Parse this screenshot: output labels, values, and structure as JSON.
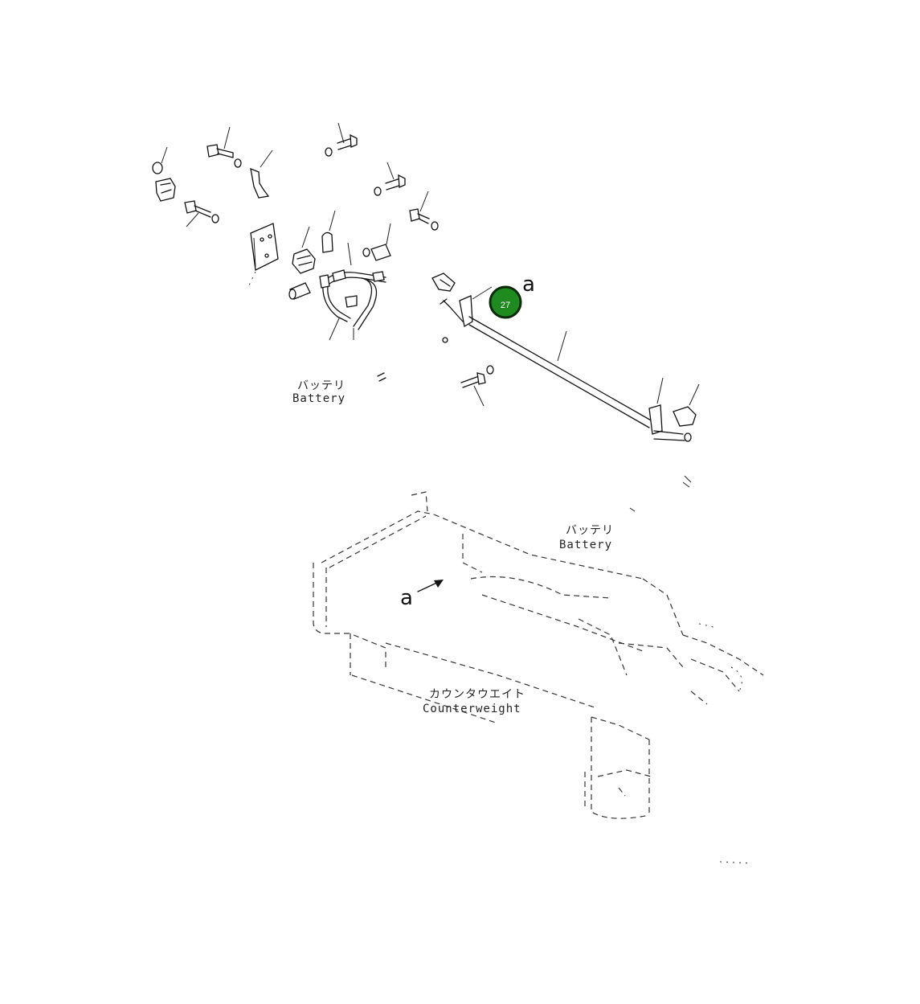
{
  "labels": {
    "battery_jp_top": "バッテリ",
    "battery_en_top": "Battery",
    "battery_jp_mid": "バッテリ",
    "battery_en_mid": "Battery",
    "counterweight_jp": "カウンタウエイト",
    "counterweight_en": "Counterweight",
    "view_marker_top": "a",
    "view_marker_bottom": "a"
  },
  "callout": {
    "number": "27",
    "fill_color": "#1f8a1f",
    "ring_color": "#0b2b0b"
  }
}
